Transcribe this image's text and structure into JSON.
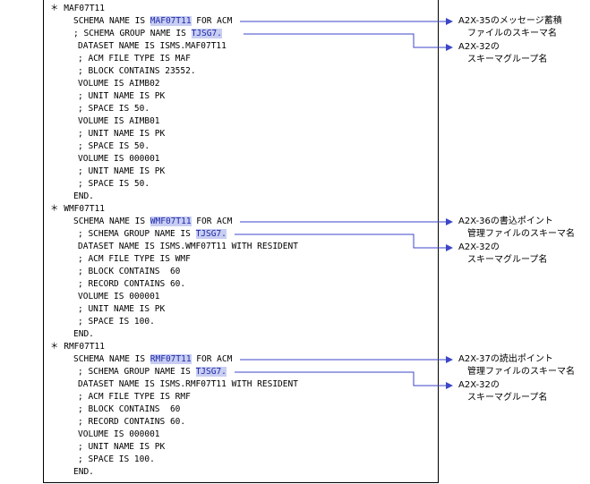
{
  "code": {
    "b1_header": "＊ MAF07T11",
    "b1_l1_pre": "SCHEMA NAME IS ",
    "b1_l1_hl": "MAF07T11",
    "b1_l1_post": " FOR ACM",
    "b1_l2_pre": "; SCHEMA GROUP NAME IS ",
    "b1_l2_hl": "TJSG7.",
    "b1_l3": "DATASET NAME IS ISMS.MAF07T11",
    "b1_l4": "; ACM FILE TYPE IS MAF",
    "b1_l5": "; BLOCK CONTAINS 23552.",
    "b1_l6": "VOLUME IS AIMB02",
    "b1_l7": "; UNIT NAME IS PK",
    "b1_l8": "; SPACE IS 50.",
    "b1_l9": "VOLUME IS AIMB01",
    "b1_l10": "; UNIT NAME IS PK",
    "b1_l11": "; SPACE IS 50.",
    "b1_l12": "VOLUME IS 000001",
    "b1_l13": "; UNIT NAME IS PK",
    "b1_l14": "; SPACE IS 50.",
    "b1_end": "END.",
    "b2_header": "＊ WMF07T11",
    "b2_l1_pre": "SCHEMA NAME IS ",
    "b2_l1_hl": "WMF07T11",
    "b2_l1_post": " FOR ACM",
    "b2_l2_pre": "; SCHEMA GROUP NAME IS ",
    "b2_l2_hl": "TJSG7.",
    "b2_l3": "DATASET NAME IS ISMS.WMF07T11 WITH RESIDENT",
    "b2_l4": "; ACM FILE TYPE IS WMF",
    "b2_l5": "; BLOCK CONTAINS  60",
    "b2_l6": "; RECORD CONTAINS 60.",
    "b2_l7": "VOLUME IS 000001",
    "b2_l8": "; UNIT NAME IS PK",
    "b2_l9": "; SPACE IS 100.",
    "b2_end": "END.",
    "b3_header": "＊ RMF07T11",
    "b3_l1_pre": "SCHEMA NAME IS ",
    "b3_l1_hl": "RMF07T11",
    "b3_l1_post": " FOR ACM",
    "b3_l2_pre": "; SCHEMA GROUP NAME IS ",
    "b3_l2_hl": "TJSG7.",
    "b3_l3": "DATASET NAME IS ISMS.RMF07T11 WITH RESIDENT",
    "b3_l4": "; ACM FILE TYPE IS RMF",
    "b3_l5": "; BLOCK CONTAINS  60",
    "b3_l6": "; RECORD CONTAINS 60.",
    "b3_l7": "VOLUME IS 000001",
    "b3_l8": "; UNIT NAME IS PK",
    "b3_l9": "; SPACE IS 100.",
    "b3_end": "END."
  },
  "annotations": {
    "a1_l1": "A2X-35のメッセージ蓄積",
    "a1_l2": "ファイルのスキーマ名",
    "a2_l1": "A2X-32の",
    "a2_l2": "スキーマグループ名",
    "a3_l1": "A2X-36の書込ポイント",
    "a3_l2": "管理ファイルのスキーマ名",
    "a4_l1": "A2X-32の",
    "a4_l2": "スキーマグループ名",
    "a5_l1": "A2X-37の読出ポイント",
    "a5_l2": "管理ファイルのスキーマ名",
    "a6_l1": "A2X-32の",
    "a6_l2": "スキーマグループ名"
  },
  "colors": {
    "highlight_bg": "#c8cdf2",
    "highlight_text": "#1f2aa8",
    "arrow": "#3c46c8"
  }
}
